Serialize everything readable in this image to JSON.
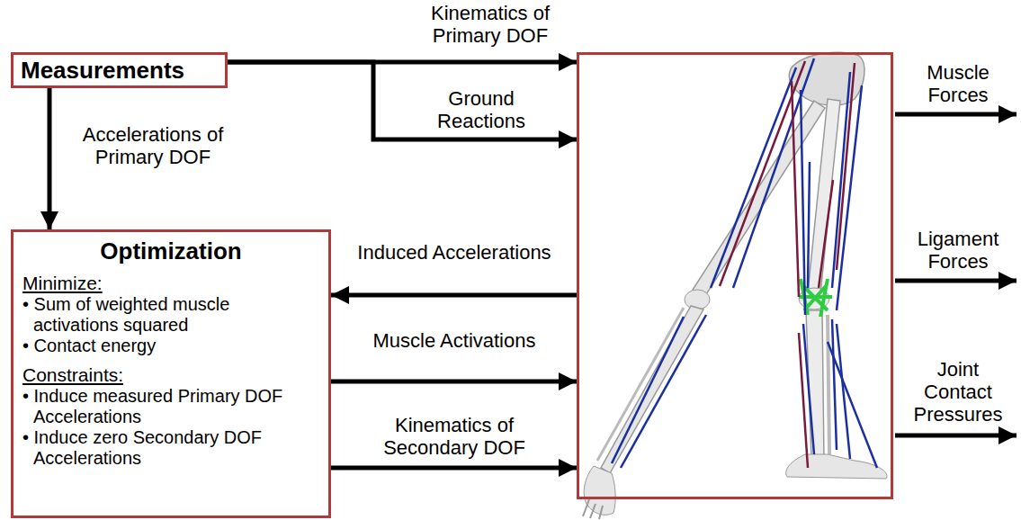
{
  "diagram": {
    "nodes": [
      {
        "text": [
          "Measurements"
        ]
      },
      {
        "text": [
          "Optimization",
          "Minimize:",
          "• Sum of weighted muscle activations squared",
          "• Contact energy",
          "Constraints:",
          "• Induce measured Primary DOF Accelerations",
          "• Induce zero Secondary DOF Accelerations"
        ]
      },
      {
        "text": []
      }
    ],
    "edges": [
      {
        "from": 0,
        "to": 2,
        "label": "Kinematics of Primary DOF",
        "arrow": "to"
      },
      {
        "from": 0,
        "to": 2,
        "label": "Ground Reactions",
        "arrow": "to"
      },
      {
        "from": 0,
        "to": 1,
        "label": "Accelerations of Primary DOF",
        "arrow": "to"
      },
      {
        "from": 2,
        "to": 1,
        "label": "Induced Accelerations",
        "arrow": "to"
      },
      {
        "from": 1,
        "to": 2,
        "label": "Muscle Activations",
        "arrow": "to"
      },
      {
        "from": 1,
        "to": 2,
        "label": "Kinematics of Secondary DOF",
        "arrow": "to"
      }
    ],
    "labels": [
      "Muscle Forces",
      "Ligament Forces",
      "Joint Contact Pressures"
    ]
  }
}
